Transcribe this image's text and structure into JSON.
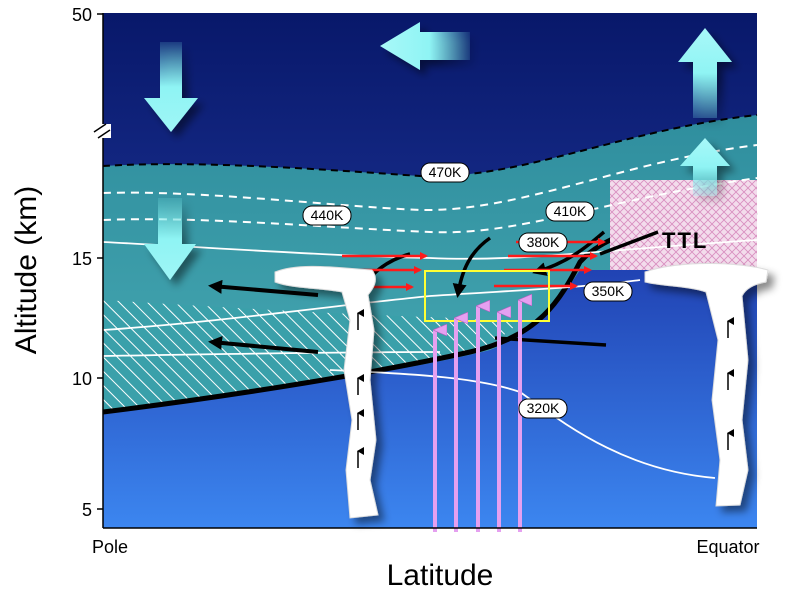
{
  "diagram": {
    "yaxis": {
      "title": "Altitude (km)",
      "ticks": [
        "50",
        "15",
        "10",
        "5"
      ]
    },
    "xaxis": {
      "title": "Latitude",
      "left_end": "Pole",
      "right_end": "Equator"
    },
    "isentropes": [
      "470K",
      "440K",
      "410K",
      "380K",
      "350K",
      "320K"
    ],
    "region_label": "TTL",
    "colors": {
      "stratosphere_deep": "#0a1e78",
      "stratosphere_upper": "#1a3aa8",
      "middleworld": "#3a9aa8",
      "troposphere": "#2e6ee0",
      "circulation_arrow": "#7ff0f0",
      "inflow_arrow": "#ff1a1a",
      "updraft_arrow": "#e5a0f0",
      "cloud": "#ffffff",
      "ttl_box": "#ffff33",
      "ttl_hatch": "#e8b8d8"
    }
  }
}
